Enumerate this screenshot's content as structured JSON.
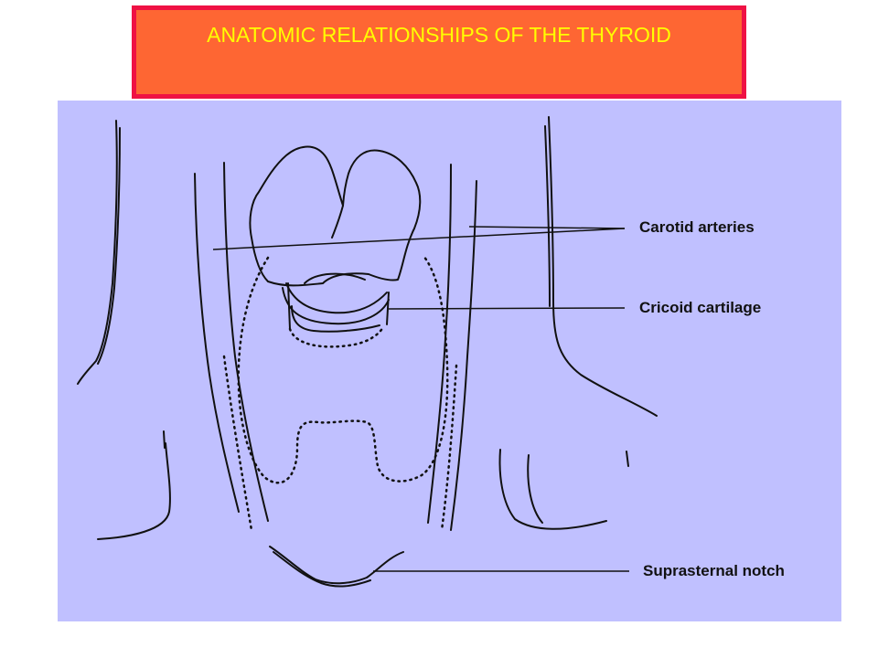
{
  "slide": {
    "title": "ANATOMIC RELATIONSHIPS OF THE THYROID"
  },
  "diagram": {
    "labels": {
      "carotid": "Carotid arteries",
      "cricoid": "Cricoid cartilage",
      "suprasternal": "Suprasternal notch"
    }
  },
  "colors": {
    "title_fill": "#fe6633",
    "title_border": "#ef1244",
    "title_text": "#ffff00",
    "panel_background": "#c0c0ff",
    "line_art": "#111111"
  }
}
